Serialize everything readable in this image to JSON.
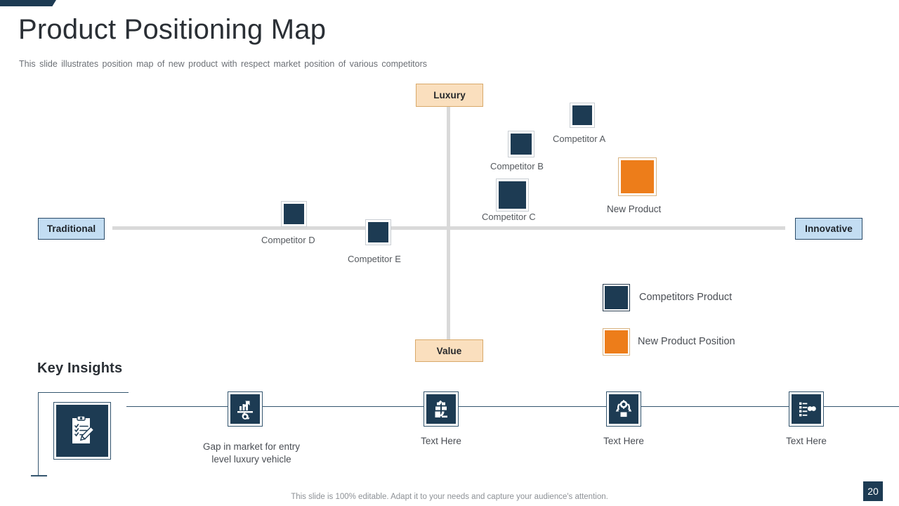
{
  "slide": {
    "title": "Product Positioning Map",
    "subtitle": "This slide illustrates position map of new product with respect market position of various  competitors",
    "page_number": "20",
    "footer_note": "This slide is 100% editable. Adapt it to your needs and capture your audience's attention.",
    "accent_color": "#1d3b53",
    "highlight_color": "#ed7d1a"
  },
  "map": {
    "axis_labels": {
      "top": "Luxury",
      "bottom": "Value",
      "left": "Traditional",
      "right": "Innovative"
    },
    "markers": [
      {
        "label": "Competitor A",
        "type": "competitor"
      },
      {
        "label": "Competitor B",
        "type": "competitor"
      },
      {
        "label": "Competitor C",
        "type": "competitor"
      },
      {
        "label": "Competitor D",
        "type": "competitor"
      },
      {
        "label": "Competitor E",
        "type": "competitor"
      },
      {
        "label": "New Product",
        "type": "new-product"
      }
    ],
    "legend": [
      {
        "label": "Competitors Product",
        "swatch": "#1d3b53"
      },
      {
        "label": "New Product Position",
        "swatch": "#ed7d1a"
      }
    ]
  },
  "key_insights": {
    "heading": "Key Insights",
    "main_icon": "clipboard-checklist-pencil-icon",
    "items": [
      {
        "icon": "growth-chart-gear-icon",
        "label": "Gap in market for entry\nlevel luxury vehicle"
      },
      {
        "icon": "open-box-delivery-icon",
        "label": "Text Here"
      },
      {
        "icon": "gear-cycle-package-icon",
        "label": "Text Here"
      },
      {
        "icon": "checklist-items-icon",
        "label": "Text Here"
      }
    ]
  }
}
